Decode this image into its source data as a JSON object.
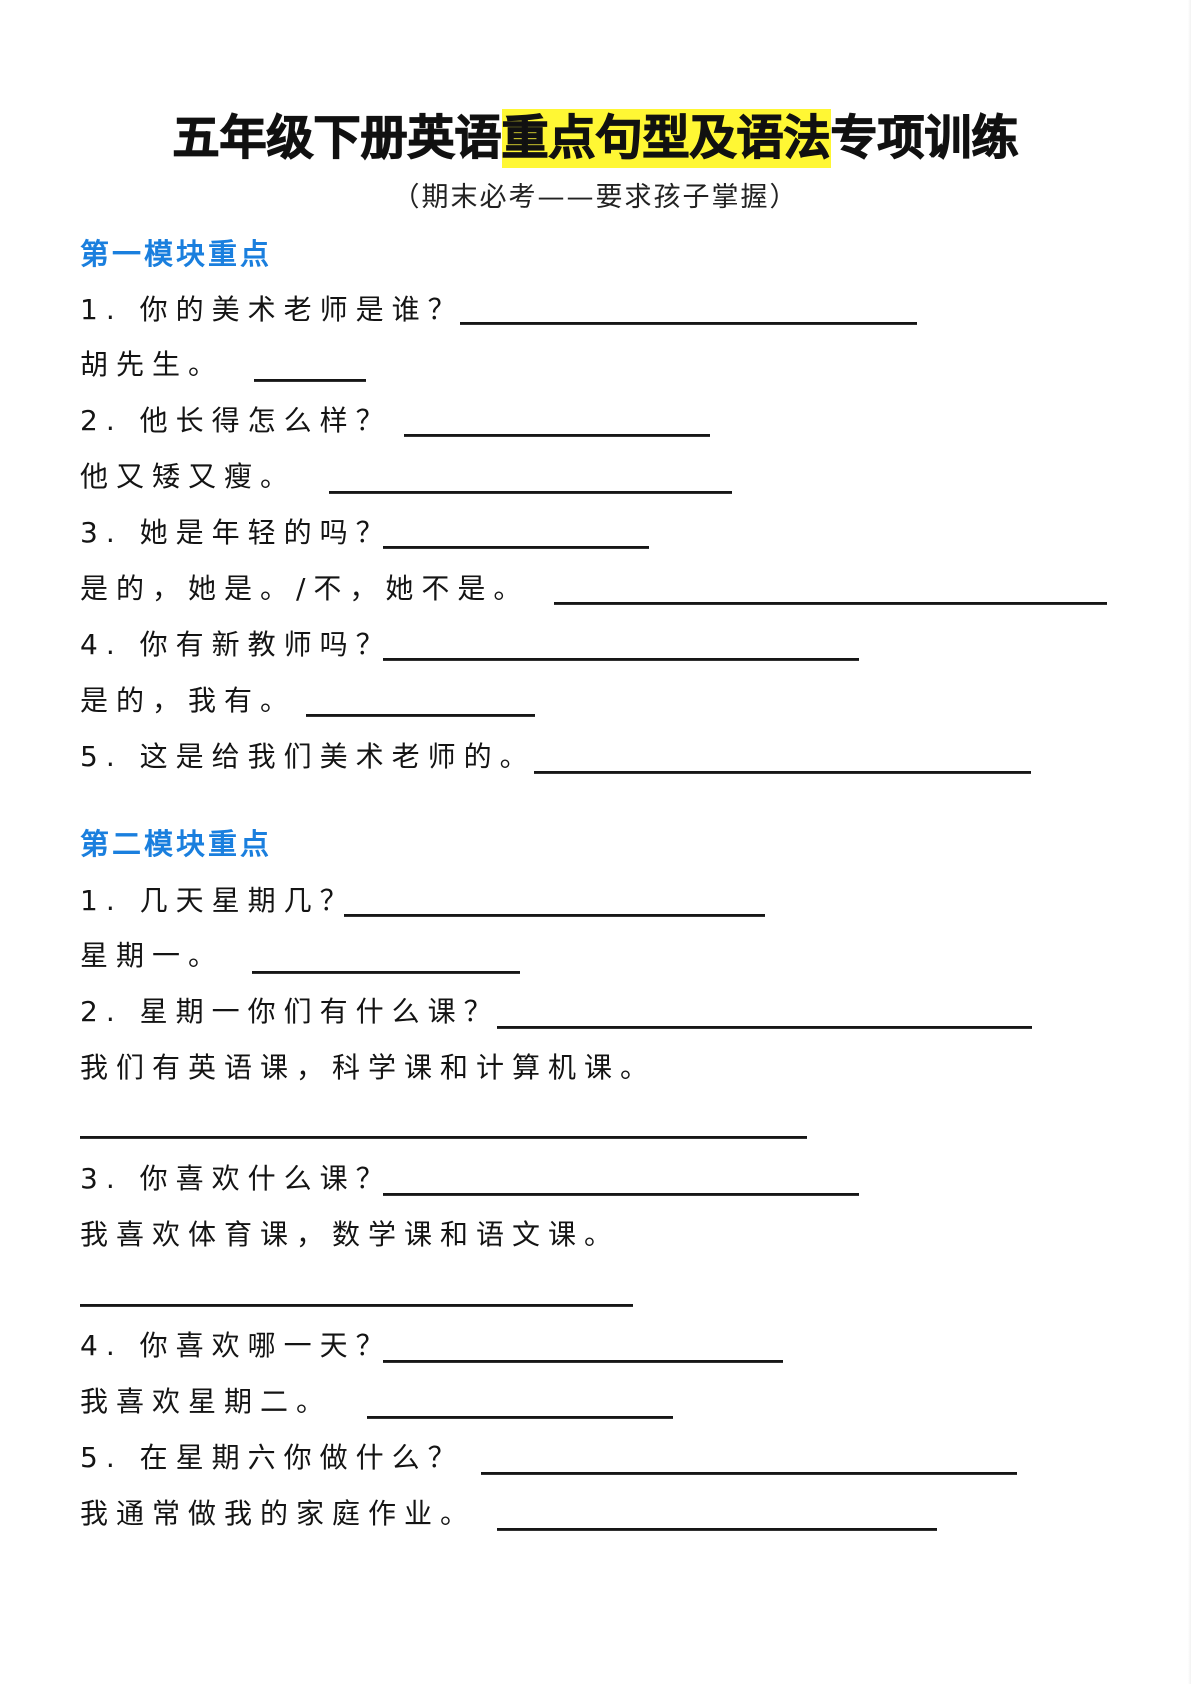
{
  "title": {
    "prefix": "五年级下册英语",
    "highlight": "重点句型及语法",
    "suffix": "专项训练",
    "highlight_color": "#fff734"
  },
  "subtitle": "（期末必考——要求孩子掌握）",
  "accent_color": "#1a7fde",
  "sections": [
    {
      "heading": "第一模块重点",
      "rows": [
        {
          "text": "1. 你的美术老师是谁？",
          "blank": "answer-blank"
        },
        {
          "text": "胡先生。",
          "blank": "answer-blank"
        },
        {
          "text": "2. 他长得怎么样？",
          "blank": "answer-blank"
        },
        {
          "text": "他又矮又瘦。",
          "blank": "answer-blank"
        },
        {
          "text": "3. 她是年轻的吗？",
          "blank": "answer-blank"
        },
        {
          "text": "是的，她是。/不，她不是。",
          "blank": "answer-blank"
        },
        {
          "text": "4. 你有新教师吗？",
          "blank": "answer-blank"
        },
        {
          "text": "是的，我有。",
          "blank": "answer-blank"
        },
        {
          "text": "5. 这是给我们美术老师的。",
          "blank": "answer-blank"
        }
      ]
    },
    {
      "heading": "第二模块重点",
      "rows": [
        {
          "text": "1. 几天星期几？",
          "blank": "answer-blank"
        },
        {
          "text": "星期一。",
          "blank": "answer-blank"
        },
        {
          "text": "2. 星期一你们有什么课？",
          "blank": "answer-blank"
        },
        {
          "text": "我们有英语课，科学课和计算机课。",
          "blank": "answer-blank-next-line"
        },
        {
          "text": "3. 你喜欢什么课？",
          "blank": "answer-blank"
        },
        {
          "text": "我喜欢体育课，数学课和语文课。",
          "blank": "answer-blank-next-line"
        },
        {
          "text": "4. 你喜欢哪一天？",
          "blank": "answer-blank"
        },
        {
          "text": "我喜欢星期二。",
          "blank": "answer-blank"
        },
        {
          "text": "5. 在星期六你做什么？",
          "blank": "answer-blank"
        },
        {
          "text": "我通常做我的家庭作业。",
          "blank": "answer-blank"
        }
      ]
    }
  ]
}
